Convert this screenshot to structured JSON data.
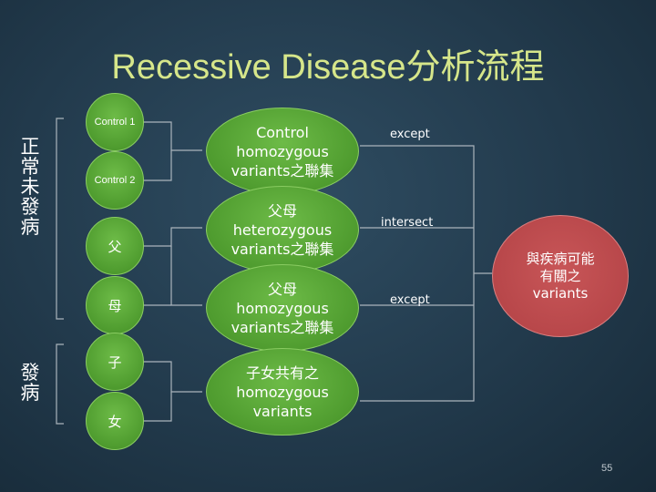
{
  "title": "Recessive Disease分析流程",
  "groups": {
    "unaffected": "正常未發病",
    "affected": "發病"
  },
  "samples": {
    "control1": "Control 1",
    "control2": "Control 2",
    "father": "父",
    "mother": "母",
    "son": "子",
    "daughter": "女"
  },
  "sets": {
    "control": {
      "line1": "Control",
      "line2": "homozygous",
      "line3": "variants之聯集"
    },
    "parents_het": {
      "line1": "父母",
      "line2": "heterozygous",
      "line3": "variants之聯集"
    },
    "parents_hom": {
      "line1": "父母",
      "line2": "homozygous",
      "line3": "variants之聯集"
    },
    "children": {
      "line1": "子女共有之",
      "line2": "homozygous",
      "line3": "variants"
    }
  },
  "operations": {
    "op1": "except",
    "op2": "intersect",
    "op3": "except"
  },
  "result": {
    "line1": "與疾病可能",
    "line2": "有關之",
    "line3": "variants"
  },
  "page_number": "55"
}
